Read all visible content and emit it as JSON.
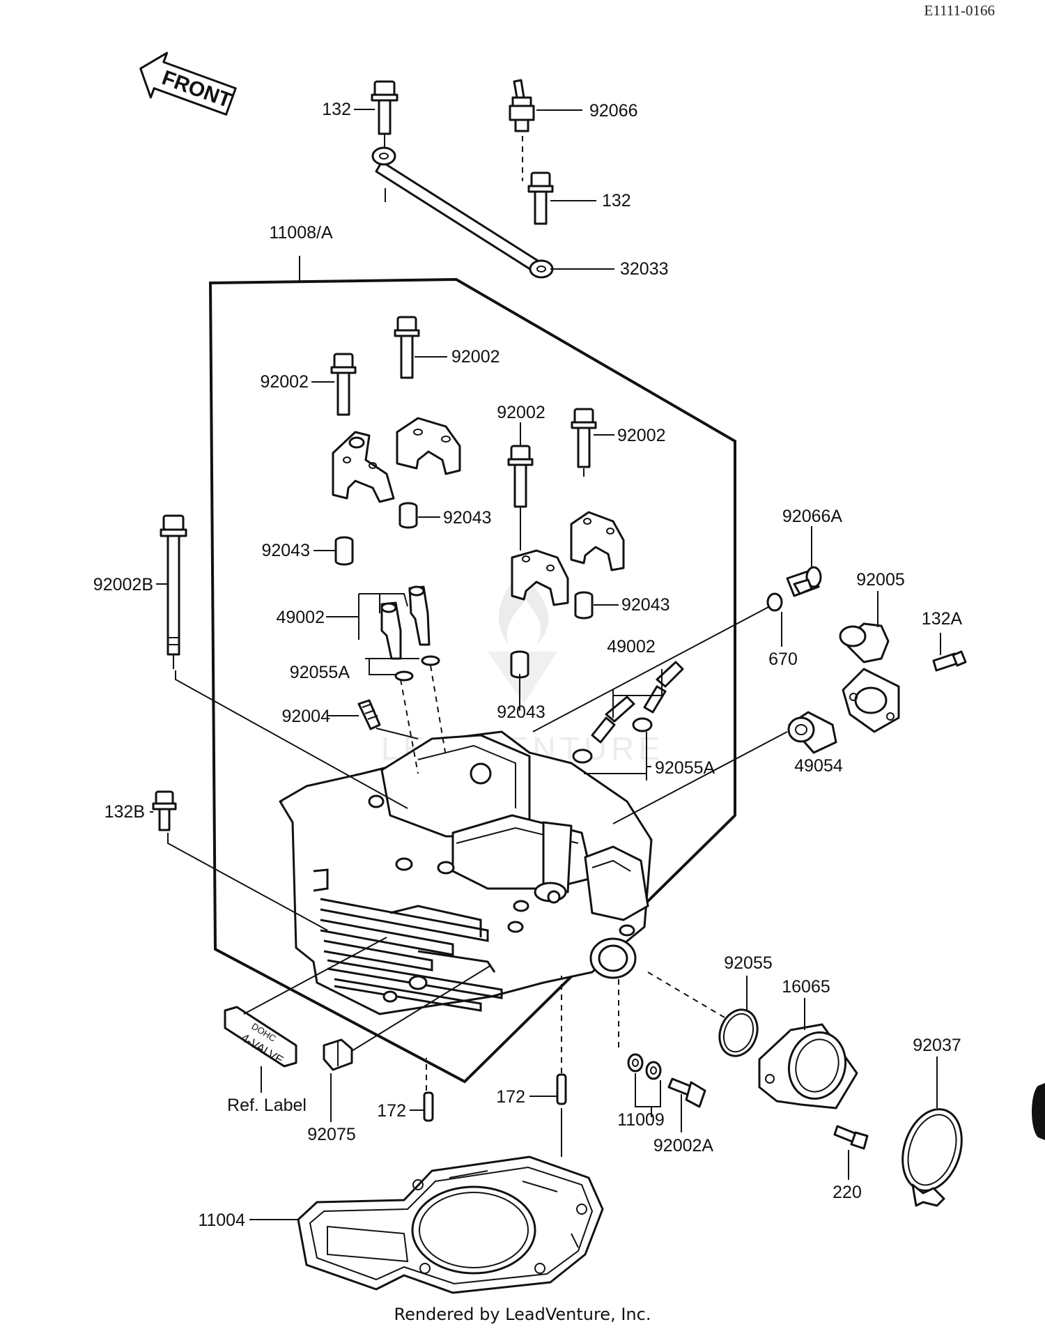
{
  "header": {
    "diagram_code": "E1111-0166"
  },
  "front_arrow": {
    "text": "FRONT"
  },
  "ref_label": {
    "line1": "DOHC",
    "line2": "4-VALVE"
  },
  "watermark": {
    "text": "LEADVENTURE"
  },
  "footer": {
    "credit": "Rendered by LeadVenture, Inc."
  },
  "callouts": [
    {
      "id": "132-top",
      "text": "132"
    },
    {
      "id": "92066",
      "text": "92066"
    },
    {
      "id": "132-mid",
      "text": "132"
    },
    {
      "id": "32033",
      "text": "32033"
    },
    {
      "id": "11008a",
      "text": "11008/A"
    },
    {
      "id": "92002-a",
      "text": "92002"
    },
    {
      "id": "92002-b",
      "text": "92002"
    },
    {
      "id": "92002-c",
      "text": "92002"
    },
    {
      "id": "92002-d",
      "text": "92002"
    },
    {
      "id": "92043-a",
      "text": "92043"
    },
    {
      "id": "92043-b",
      "text": "92043"
    },
    {
      "id": "92043-c",
      "text": "92043"
    },
    {
      "id": "92043-d",
      "text": "92043"
    },
    {
      "id": "92002b",
      "text": "92002B"
    },
    {
      "id": "49002-a",
      "text": "49002"
    },
    {
      "id": "49002-b",
      "text": "49002"
    },
    {
      "id": "92055a-a",
      "text": "92055A"
    },
    {
      "id": "92055a-b",
      "text": "92055A"
    },
    {
      "id": "92004",
      "text": "92004"
    },
    {
      "id": "92066a",
      "text": "92066A"
    },
    {
      "id": "92005",
      "text": "92005"
    },
    {
      "id": "132a",
      "text": "132A"
    },
    {
      "id": "670",
      "text": "670"
    },
    {
      "id": "49054",
      "text": "49054"
    },
    {
      "id": "132b",
      "text": "132B"
    },
    {
      "id": "92055",
      "text": "92055"
    },
    {
      "id": "16065",
      "text": "16065"
    },
    {
      "id": "92037",
      "text": "92037"
    },
    {
      "id": "ref-label",
      "text": "Ref. Label"
    },
    {
      "id": "172-a",
      "text": "172"
    },
    {
      "id": "172-b",
      "text": "172"
    },
    {
      "id": "92075",
      "text": "92075"
    },
    {
      "id": "11009",
      "text": "11009"
    },
    {
      "id": "92002a",
      "text": "92002A"
    },
    {
      "id": "220",
      "text": "220"
    },
    {
      "id": "11004",
      "text": "11004"
    }
  ]
}
